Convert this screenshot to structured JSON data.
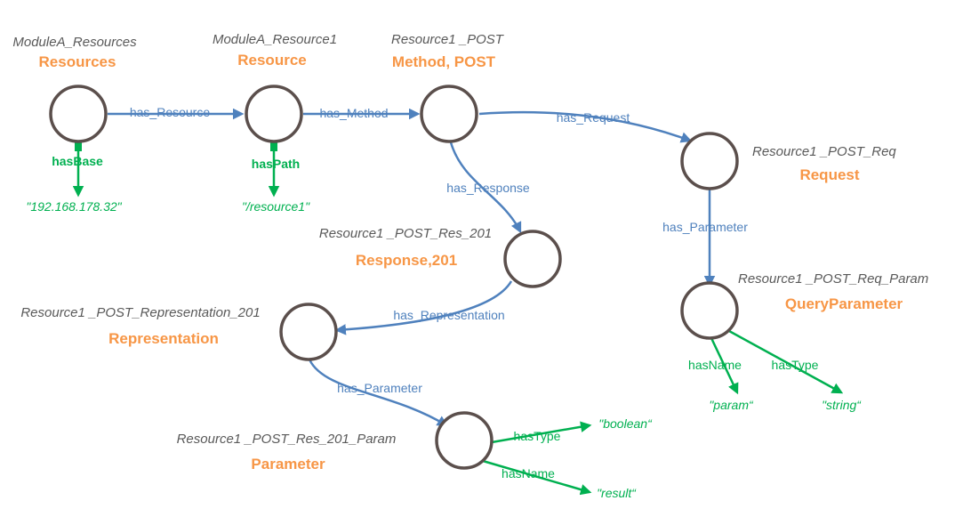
{
  "colors": {
    "node_stroke": "#5b4f4c",
    "class_label": "#f79646",
    "instance_label": "#595959",
    "object_property": "#4f81bd",
    "data_property": "#00b050"
  },
  "nodes": {
    "resources": {
      "instance": "ModuleA_Resources",
      "cls": "Resources"
    },
    "resource": {
      "instance": "ModuleA_Resource1",
      "cls": "Resource"
    },
    "method": {
      "instance": "Resource1 _POST",
      "cls": "Method, POST"
    },
    "request": {
      "instance": "Resource1 _POST_Req",
      "cls": "Request"
    },
    "response": {
      "instance": "Resource1 _POST_Res_201",
      "cls": "Response,201"
    },
    "representation": {
      "instance": "Resource1 _POST_Representation_201",
      "cls": "Representation"
    },
    "parameter": {
      "instance": "Resource1 _POST_Res_201_Param",
      "cls": "Parameter"
    },
    "query_parameter": {
      "instance": "Resource1 _POST_Req_Param",
      "cls": "QueryParameter"
    }
  },
  "edges": {
    "has_resource": "has_Resource",
    "has_method": "has_Method",
    "has_request": "has_Request",
    "has_response": "has_Response",
    "has_parameter_req": "has_Parameter",
    "has_representation": "has_Representation",
    "has_parameter_rep": "has_Parameter"
  },
  "data_props": {
    "has_base": {
      "label": "hasBase",
      "value": "\"192.168.178.32\""
    },
    "has_path": {
      "label": "hasPath",
      "value": "\"/resource1\""
    },
    "qp_has_name": {
      "label": "hasName",
      "value": "\"param“"
    },
    "qp_has_type": {
      "label": "hasType",
      "value": "\"string“"
    },
    "p_has_type": {
      "label": "hasType",
      "value": "\"boolean“"
    },
    "p_has_name": {
      "label": "hasName",
      "value": "\"result“"
    }
  }
}
